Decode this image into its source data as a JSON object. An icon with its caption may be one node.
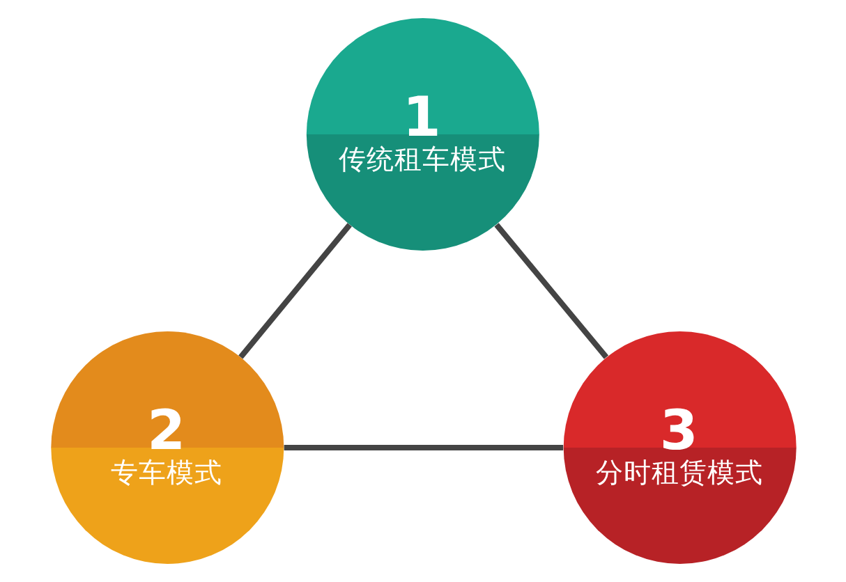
{
  "diagram": {
    "nodes": [
      {
        "text": [
          "1",
          "传统租车模式"
        ]
      },
      {
        "text": [
          "2",
          "专车模式"
        ]
      },
      {
        "text": [
          "3",
          "分时租赁模式"
        ]
      }
    ],
    "edges": [
      {
        "from": 0,
        "to": 1,
        "arrow": "none"
      },
      {
        "from": 0,
        "to": 2,
        "arrow": "none"
      },
      {
        "from": 1,
        "to": 2,
        "arrow": "none"
      }
    ]
  }
}
